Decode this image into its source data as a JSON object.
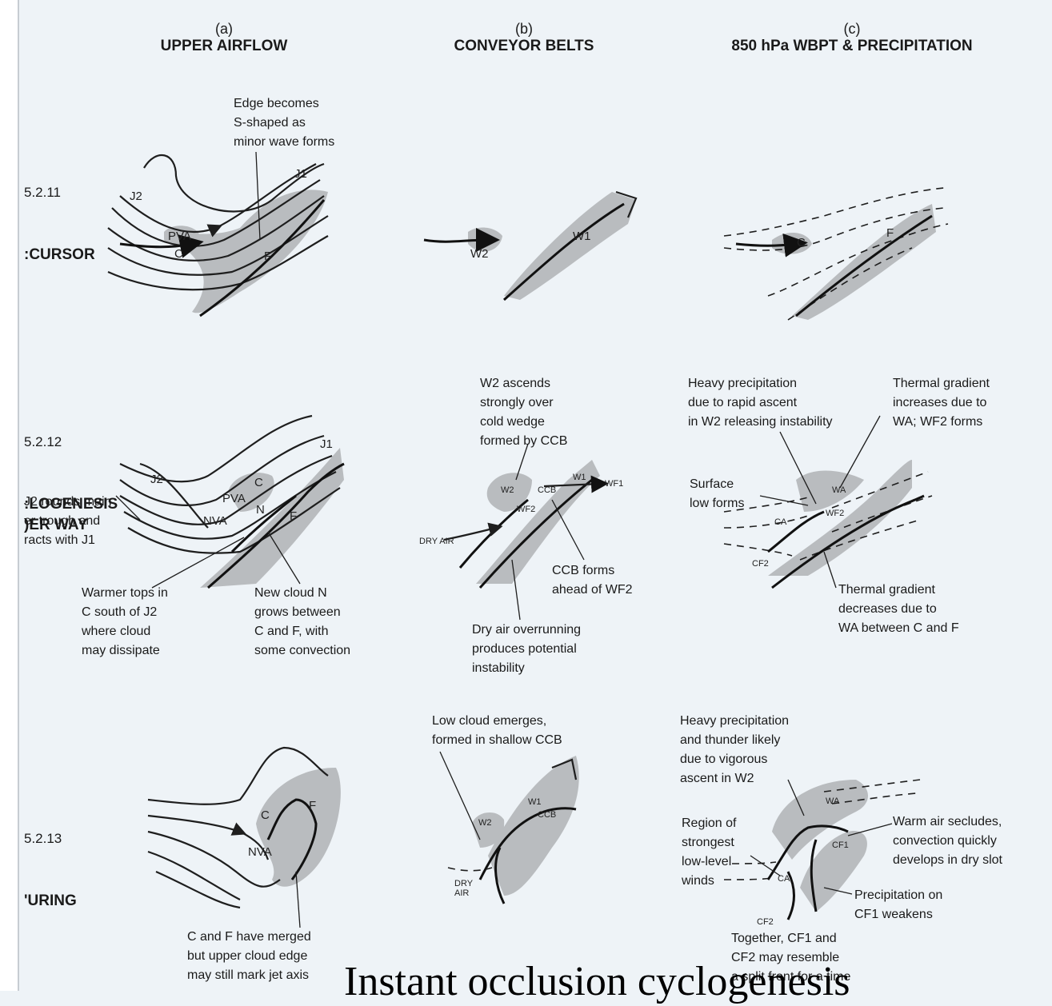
{
  "columns": [
    {
      "letter": "(a)",
      "title": "UPPER AIRFLOW"
    },
    {
      "letter": "(b)",
      "title": "CONVEYOR BELTS"
    },
    {
      "letter": "(c)",
      "title": "850 hPa WBPT & PRECIPITATION"
    }
  ],
  "rows": [
    {
      "num": "5.2.11",
      "name": ":CURSOR"
    },
    {
      "num": "5.2.12",
      "name": ":LOGENESIS\n)ER WAY"
    },
    {
      "num": "5.2.13",
      "name": "'URING"
    }
  ],
  "row1": {
    "a_note": "Edge becomes\nS-shaped as\nminor wave forms",
    "a_tags": [
      "J2",
      "J1",
      "PVA",
      "C",
      "F"
    ],
    "b_tags": [
      "W2",
      "W1"
    ],
    "c_tags": [
      "C",
      "F"
    ]
  },
  "row2": {
    "a_left_note": "J2 rounds main\ner trough and\nracts with J1",
    "a_bottom_left_note": "Warmer tops in\nC south of J2\nwhere cloud\nmay dissipate",
    "a_bottom_right_note": "New cloud N\ngrows between\nC and F, with\nsome convection",
    "a_tags": [
      "J2",
      "J1",
      "PVA",
      "NVA",
      "C",
      "N",
      "F"
    ],
    "b_top_note": "W2 ascends\nstrongly over\ncold wedge\nformed by CCB",
    "b_right_note": "CCB forms\nahead of WF2",
    "b_bottom_note": "Dry air overrunning\nproduces potential\ninstability",
    "b_tags": [
      "W2",
      "CCB",
      "W1",
      "WF1",
      "WF2",
      "DRY AIR"
    ],
    "c_left_note": "Heavy precipitation\ndue to rapid ascent\nin W2 releasing instability",
    "c_right_note": "Thermal gradient\nincreases due to\nWA; WF2 forms",
    "c_surface_note": "Surface\nlow forms",
    "c_bottom_note": "Thermal gradient\ndecreases due to\nWA between C and F",
    "c_tags": [
      "WA",
      "WF2",
      "CA",
      "CF2"
    ]
  },
  "row3": {
    "a_note": "C and F have merged\nbut upper cloud edge\nmay still mark jet axis",
    "a_tags": [
      "C",
      "F",
      "NVA"
    ],
    "b_top_note": "Low cloud emerges,\nformed in shallow CCB",
    "b_tags": [
      "W1",
      "W2",
      "CCB",
      "DRY\nAIR"
    ],
    "c_top_note": "Heavy precipitation\nand thunder likely\ndue to vigorous\nascent in W2",
    "c_left_note": "Region of\nstrongest\nlow-level\nwinds",
    "c_right_note": "Warm air secludes,\nconvection quickly\ndevelops in dry slot",
    "c_precip_note": "Precipitation on\nCF1 weakens",
    "c_bottom_note": "Together, CF1 and\nCF2 may resemble\na split front for a time",
    "c_tags": [
      "WA",
      "CF1",
      "CA",
      "CF2"
    ]
  },
  "caption": "Instant occlusion cyclogenesis"
}
